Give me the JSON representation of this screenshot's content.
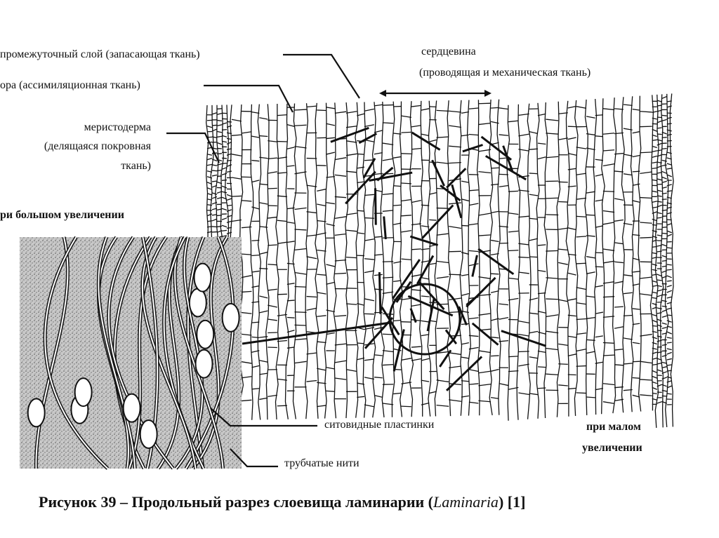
{
  "labels": {
    "intermediate_layer": "промежуточный слой (запасающая ткань)",
    "cortex": "ора (ассимиляционная ткань)",
    "meristoderm_1": "меристодерма",
    "meristoderm_2": "(делящаяся покровная",
    "meristoderm_3": "ткань)",
    "high_magnification": "ри большом увеличении",
    "medulla_1": "сердцевина",
    "medulla_2": "(проводящая и механическая ткань)",
    "sieve_plates": "ситовидные пластинки",
    "tubular_filaments": "трубчатые нити",
    "low_magnification_1": "при малом",
    "low_magnification_2": "увеличении"
  },
  "caption": {
    "prefix": "Рисунок 39 – Продольный разрез слоевища ламинарии (",
    "latin": "Laminaria",
    "suffix": ") [1]"
  },
  "colors": {
    "ink": "#111111",
    "stipple": "#9a9a9a"
  }
}
